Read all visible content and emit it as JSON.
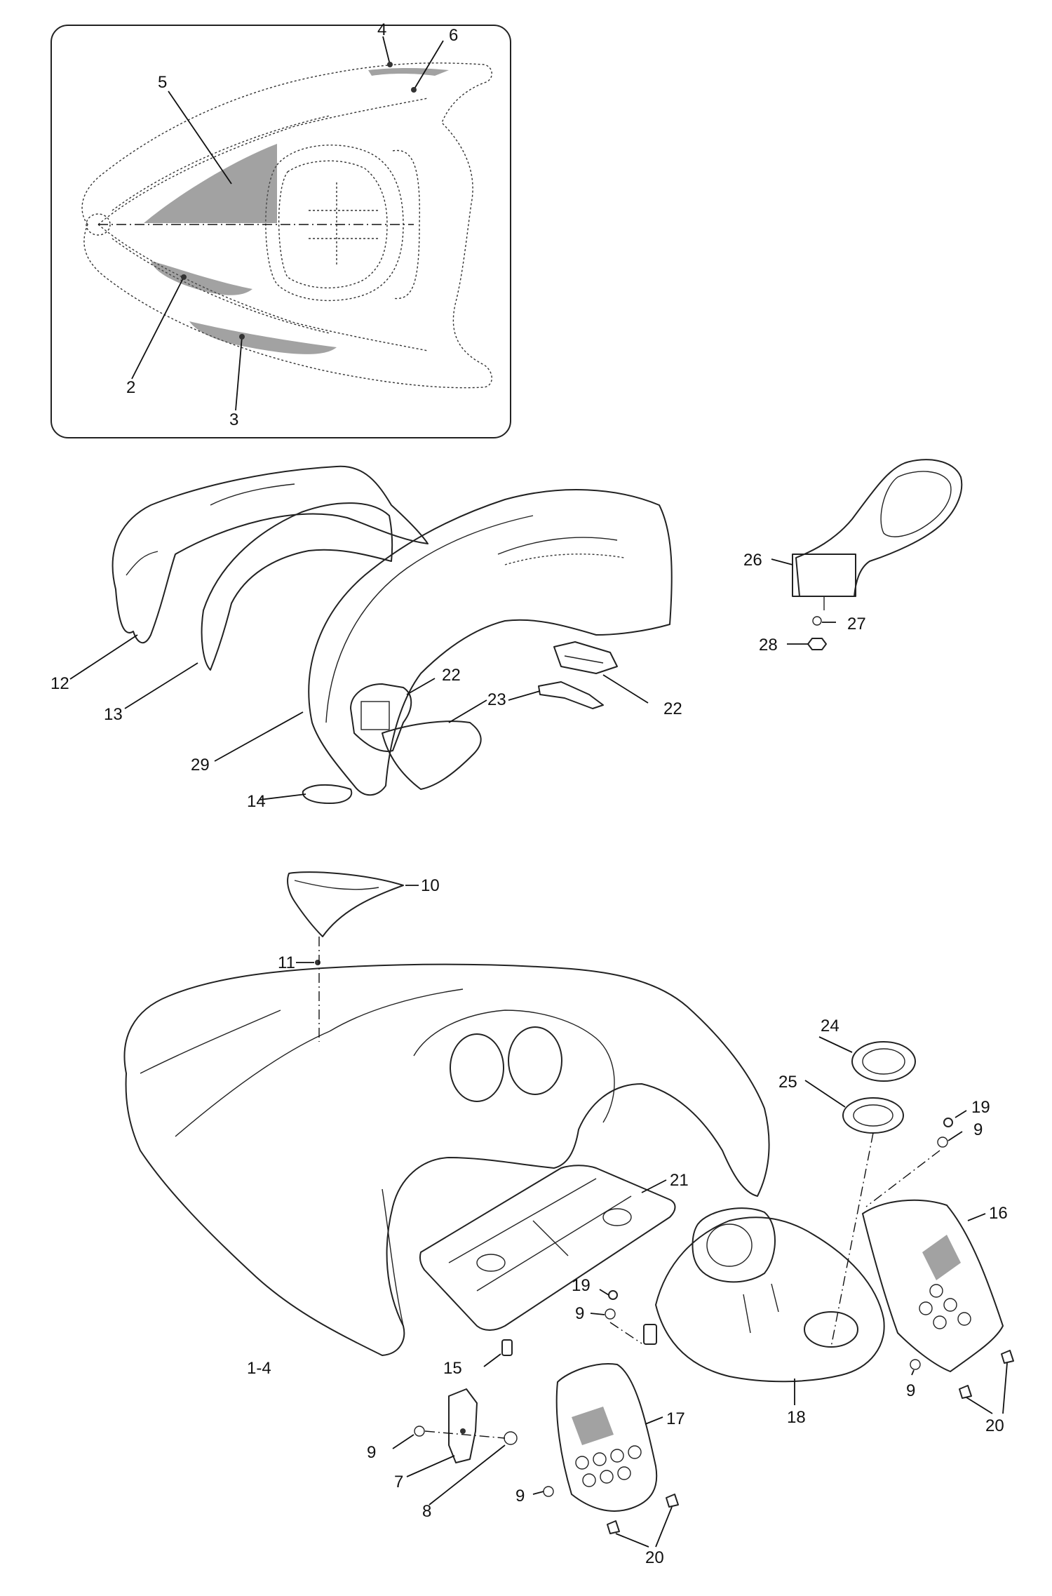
{
  "callouts": [
    {
      "label": "4"
    },
    {
      "label": "6"
    },
    {
      "label": "5"
    },
    {
      "label": "2"
    },
    {
      "label": "3"
    },
    {
      "label": "12"
    },
    {
      "label": "13"
    },
    {
      "label": "29"
    },
    {
      "label": "14"
    },
    {
      "label": "22"
    },
    {
      "label": "23"
    },
    {
      "label": "22"
    },
    {
      "label": "26"
    },
    {
      "label": "27"
    },
    {
      "label": "28"
    },
    {
      "label": "10"
    },
    {
      "label": "11"
    },
    {
      "label": "24"
    },
    {
      "label": "25"
    },
    {
      "label": "19"
    },
    {
      "label": "9"
    },
    {
      "label": "16"
    },
    {
      "label": "21"
    },
    {
      "label": "19"
    },
    {
      "label": "9"
    },
    {
      "label": "1-4"
    },
    {
      "label": "15"
    },
    {
      "label": "18"
    },
    {
      "label": "9"
    },
    {
      "label": "20"
    },
    {
      "label": "17"
    },
    {
      "label": "9"
    },
    {
      "label": "7"
    },
    {
      "label": "8"
    },
    {
      "label": "9"
    },
    {
      "label": "20"
    }
  ]
}
